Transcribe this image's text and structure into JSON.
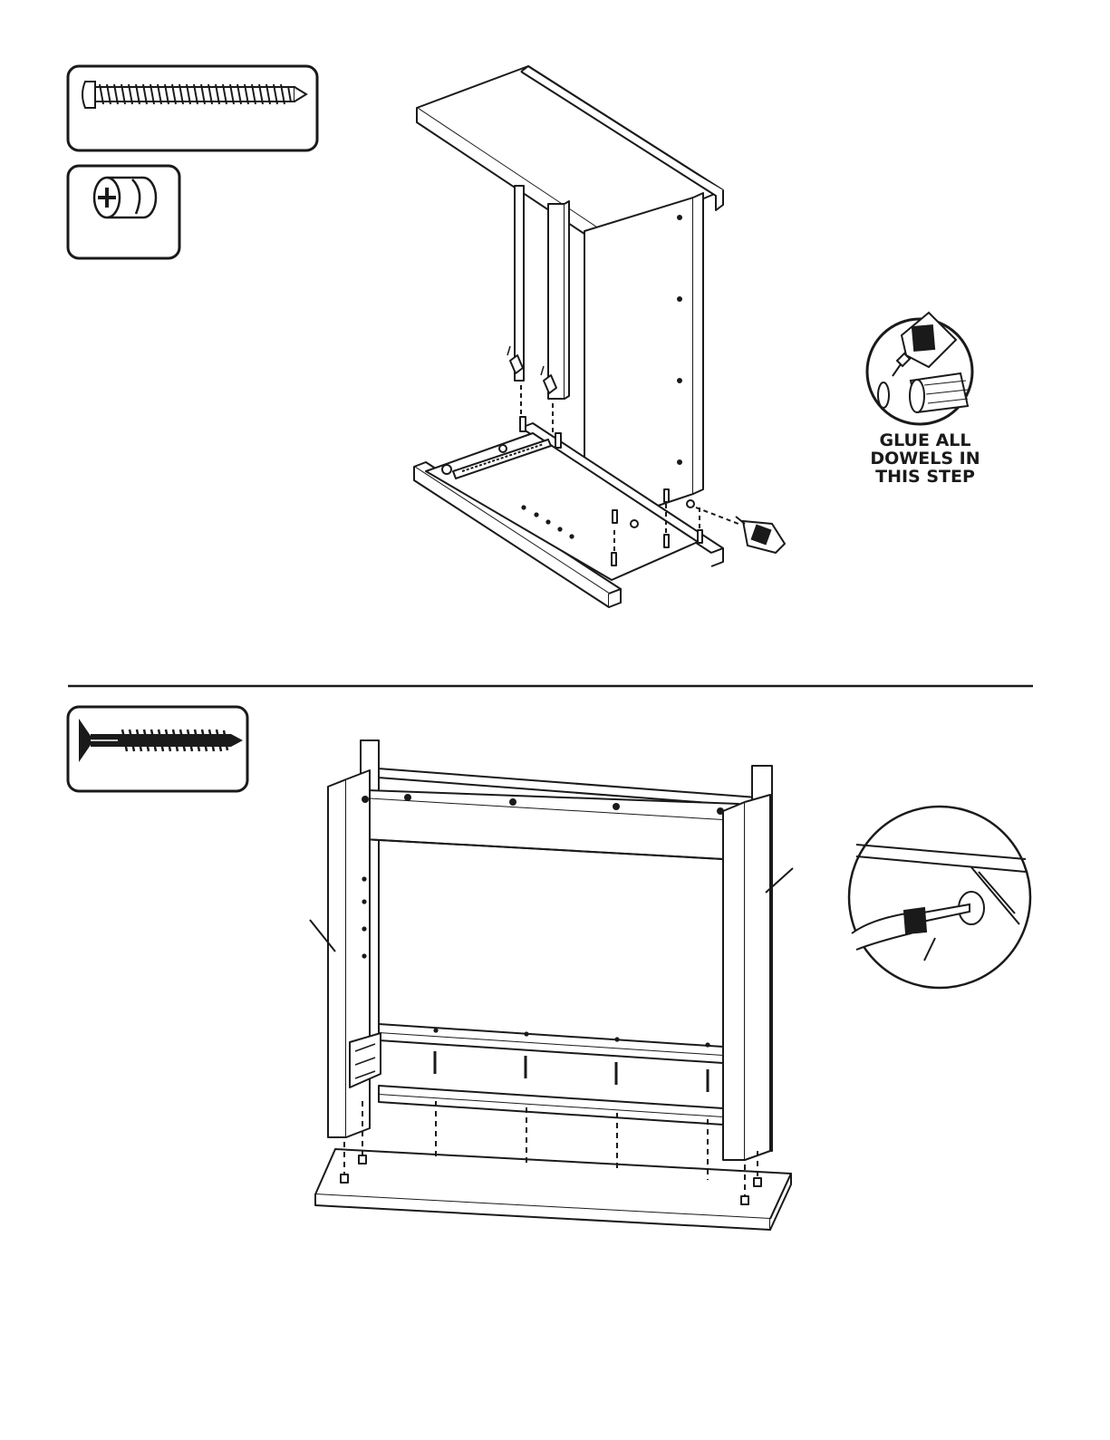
{
  "step_upper": {
    "hardware": [
      {
        "icon": "pan-head-screw-icon"
      },
      {
        "icon": "cam-lock-icon"
      }
    ],
    "glue_callout": {
      "icon": "glue-bottle-icon",
      "lines": [
        "GLUE ALL",
        "DOWELS IN",
        "THIS STEP"
      ]
    }
  },
  "step_lower": {
    "hardware": [
      {
        "icon": "flat-head-screw-icon"
      }
    ],
    "detail_callout": {
      "icon": "screwdriver-icon"
    }
  },
  "colors": {
    "ink": "#1a1a1a",
    "paper": "#ffffff"
  }
}
